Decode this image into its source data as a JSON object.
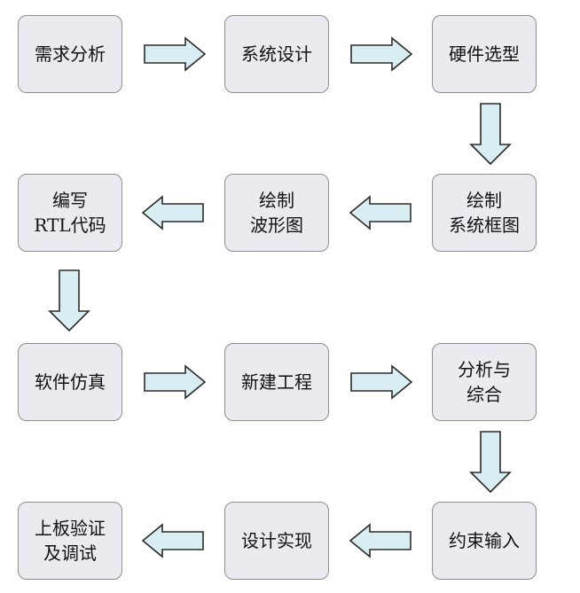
{
  "diagram": {
    "steps": [
      {
        "id": "s1",
        "lines": [
          "需求分析"
        ]
      },
      {
        "id": "s2",
        "lines": [
          "系统设计"
        ]
      },
      {
        "id": "s3",
        "lines": [
          "硬件选型"
        ]
      },
      {
        "id": "s4",
        "lines": [
          "编写",
          "RTL代码"
        ]
      },
      {
        "id": "s5",
        "lines": [
          "绘制",
          "波形图"
        ]
      },
      {
        "id": "s6",
        "lines": [
          "绘制",
          "系统框图"
        ]
      },
      {
        "id": "s7",
        "lines": [
          "软件仿真"
        ]
      },
      {
        "id": "s8",
        "lines": [
          "新建工程"
        ]
      },
      {
        "id": "s9",
        "lines": [
          "分析与",
          "综合"
        ]
      },
      {
        "id": "s10",
        "lines": [
          "上板验证",
          "及调试"
        ]
      },
      {
        "id": "s11",
        "lines": [
          "设计实现"
        ]
      },
      {
        "id": "s12",
        "lines": [
          "约束输入"
        ]
      }
    ],
    "flow": [
      {
        "from": "s1",
        "to": "s2"
      },
      {
        "from": "s2",
        "to": "s3"
      },
      {
        "from": "s3",
        "to": "s6"
      },
      {
        "from": "s6",
        "to": "s5"
      },
      {
        "from": "s5",
        "to": "s4"
      },
      {
        "from": "s4",
        "to": "s7"
      },
      {
        "from": "s7",
        "to": "s8"
      },
      {
        "from": "s8",
        "to": "s9"
      },
      {
        "from": "s9",
        "to": "s12"
      },
      {
        "from": "s12",
        "to": "s11"
      },
      {
        "from": "s11",
        "to": "s10"
      }
    ],
    "colors": {
      "box_fill": "#eceaf1",
      "box_border": "#8e8e8e",
      "arrow_fill": "#d9eef3",
      "arrow_stroke": "#2b2b2b"
    }
  }
}
